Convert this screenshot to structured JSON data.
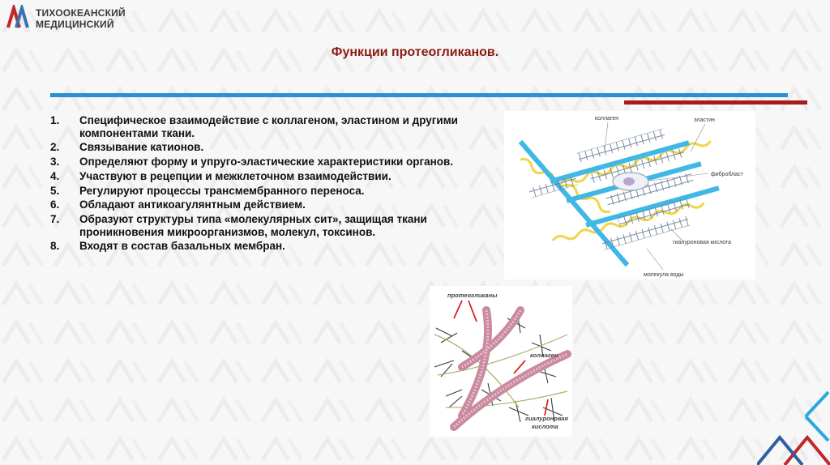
{
  "logo": {
    "line1": "ТИХООКЕАНСКИЙ",
    "line2": "МЕДИЦИНСКИЙ"
  },
  "title": "Функции  протеогликанов.",
  "items": [
    {
      "num": "1.",
      "text": "Специфическое взаимодействие с коллагеном, эластином и другими компонентами ткани."
    },
    {
      "num": "2.",
      "text": "Связывание катионов."
    },
    {
      "num": "3.",
      "text": "Определяют форму и упруго-эластические характеристики органов."
    },
    {
      "num": "4.",
      "text": "Участвуют в рецепции и межклеточном взаимодействии."
    },
    {
      "num": "5.",
      "text": "Регулируют процессы трансмембранного переноса."
    },
    {
      "num": "6.",
      "text": "Обладают антикоагулянтным действием."
    },
    {
      "num": "7.",
      "text": "Образуют структуры типа «молекулярных сит», защищая ткани проникновения микроорганизмов, молекул, токсинов."
    },
    {
      "num": "8.",
      "text": "Входят в состав базальных мембран."
    }
  ],
  "figure1": {
    "labels": {
      "collagen": "коллаген",
      "elastin": "эластин",
      "fibroblast": "фибробласт",
      "hyaluronic": "гиалуроновая кислота",
      "water": "молекула воды"
    }
  },
  "figure2": {
    "labels": {
      "proteoglycans": "протеогликаны",
      "collagen": "коллаген",
      "hyaluronic_1": "гиалуроновая",
      "hyaluronic_2": "кислота"
    }
  },
  "colors": {
    "title": "#8b1a12",
    "rule_blue": "#2a8fd3",
    "rule_red": "#a31d1d",
    "logo_red": "#c0272d",
    "corner_blue": "#29a8e0"
  }
}
